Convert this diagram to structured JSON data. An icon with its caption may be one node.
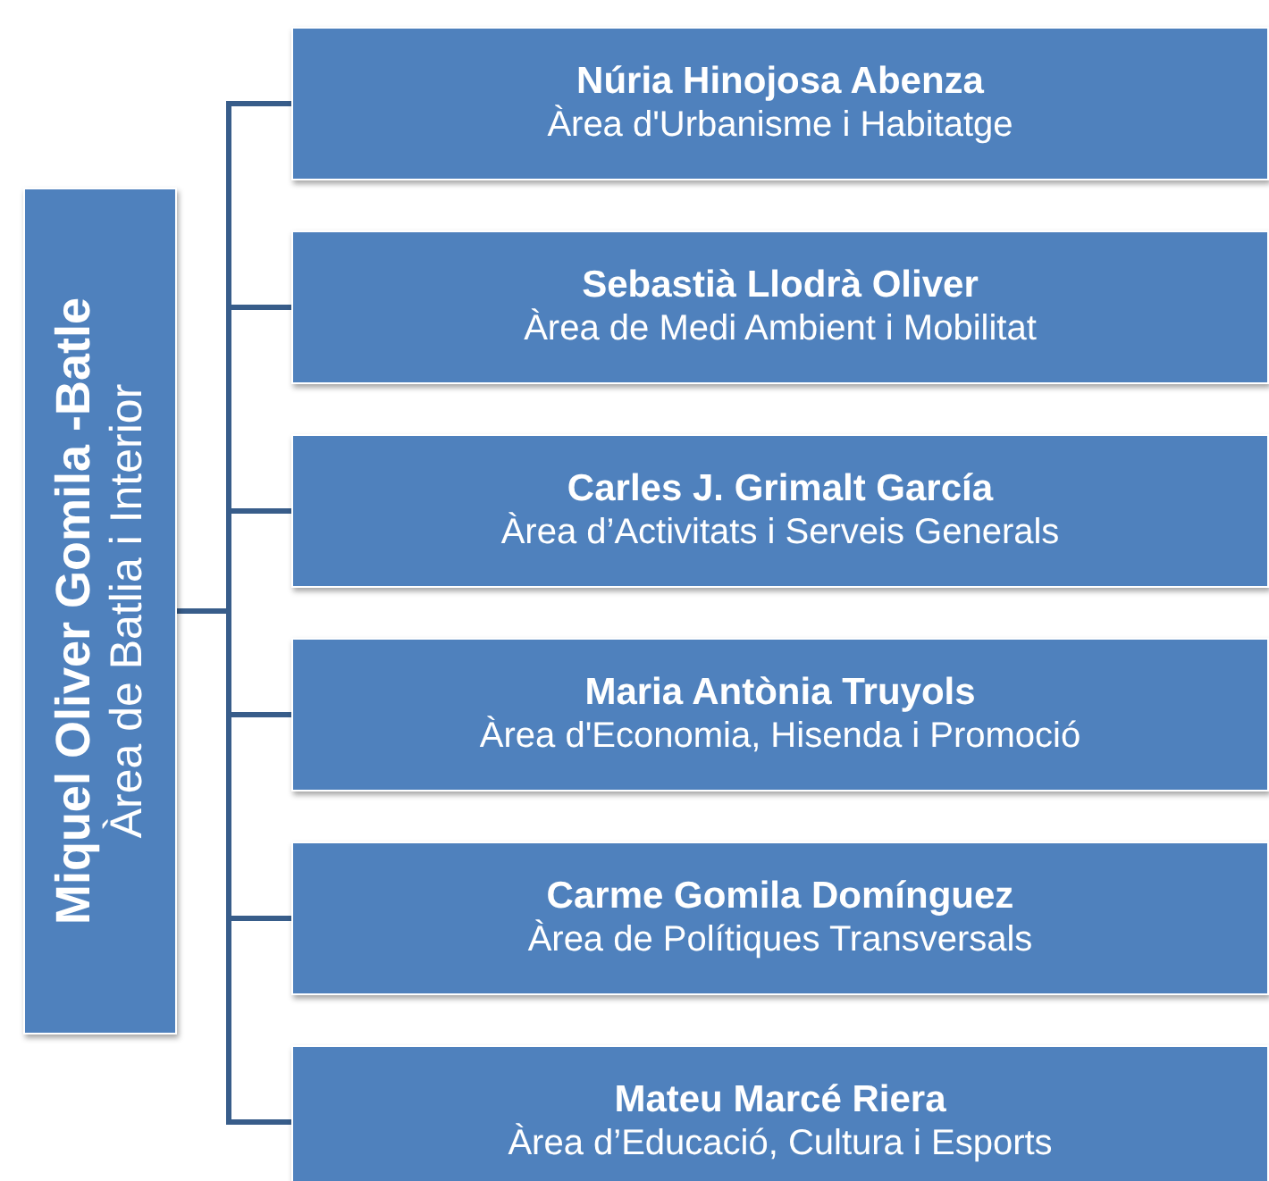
{
  "diagram": {
    "nodes": [
      {
        "text": [
          "Miquel Oliver Gomila -Batle",
          "Àrea de Batlia i Interior"
        ]
      },
      {
        "text": [
          "Núria Hinojosa Abenza",
          "Àrea d'Urbanisme i Habitatge"
        ]
      },
      {
        "text": [
          "Sebastià Llodrà Oliver",
          "Àrea de Medi Ambient i Mobilitat"
        ]
      },
      {
        "text": [
          "Carles J. Grimalt García",
          "Àrea d’Activitats i Serveis Generals"
        ]
      },
      {
        "text": [
          "Maria Antònia Truyols",
          "Àrea d'Economia, Hisenda i Promoció"
        ]
      },
      {
        "text": [
          "Carme Gomila Domínguez",
          "Àrea de Polítiques Transversals"
        ]
      },
      {
        "text": [
          "Mateu Marcé Riera",
          "Àrea d’Educació, Cultura i Esports"
        ]
      }
    ],
    "edges": [
      {
        "from": 0,
        "to": 1,
        "arrow": "none"
      },
      {
        "from": 0,
        "to": 2,
        "arrow": "none"
      },
      {
        "from": 0,
        "to": 3,
        "arrow": "none"
      },
      {
        "from": 0,
        "to": 4,
        "arrow": "none"
      },
      {
        "from": 0,
        "to": 5,
        "arrow": "none"
      },
      {
        "from": 0,
        "to": 6,
        "arrow": "none"
      }
    ]
  }
}
